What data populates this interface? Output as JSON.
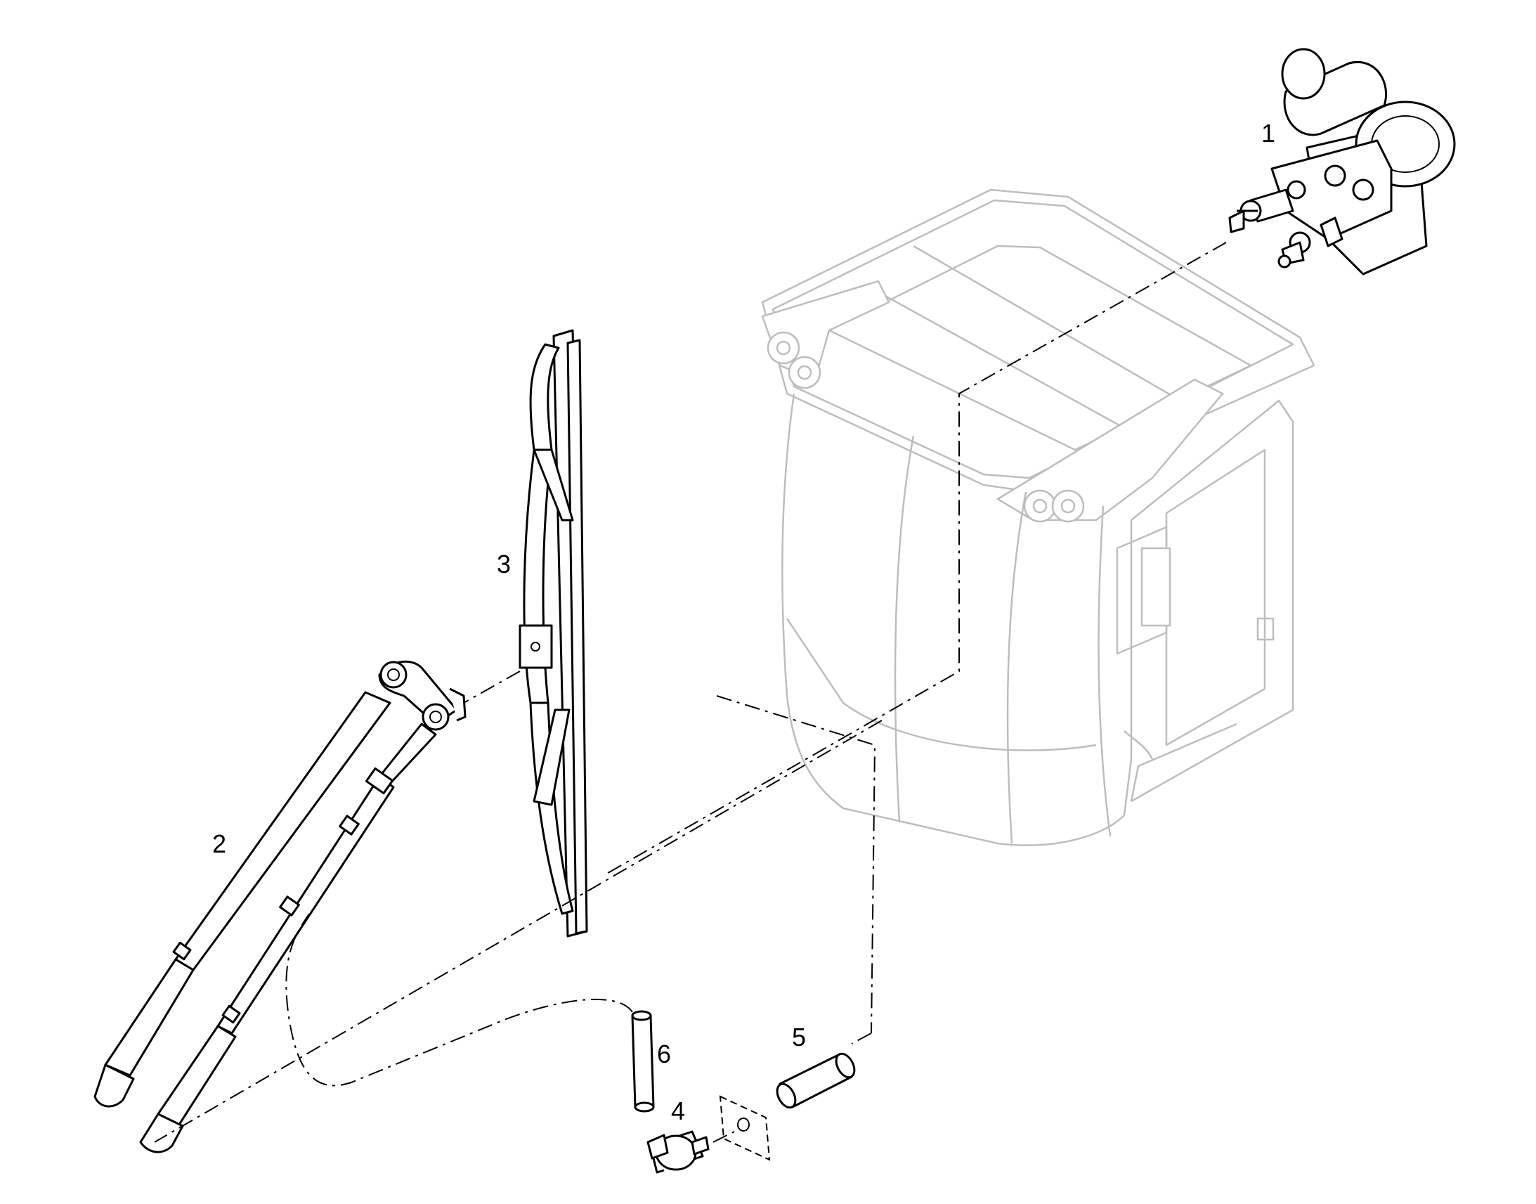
{
  "callouts": {
    "wiper_motor": "1",
    "wiper_arm": "2",
    "wiper_blade": "3",
    "washer_pump": "4",
    "hose_5": "5",
    "hose_6": "6"
  }
}
